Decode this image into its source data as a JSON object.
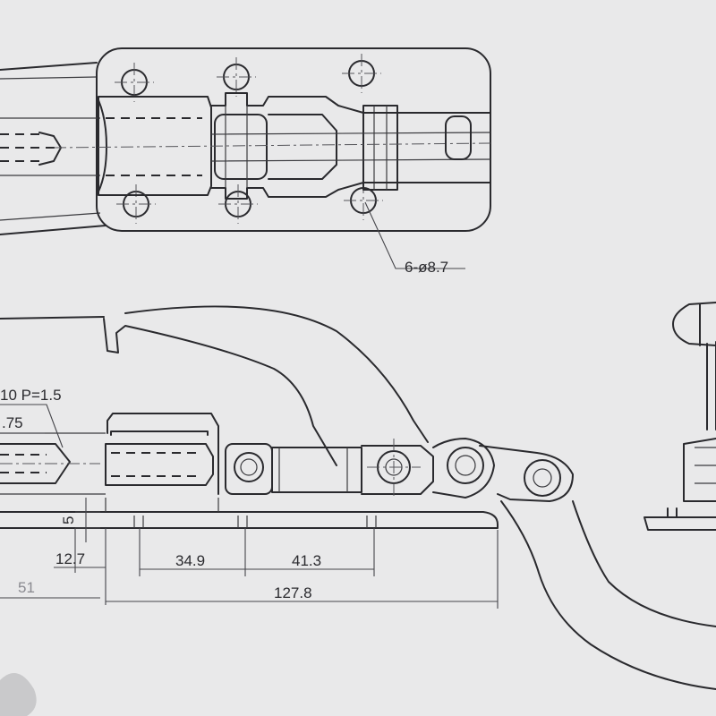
{
  "drawing": {
    "labels": {
      "hole_spec": "6-ø8.7",
      "thread_spec": "10 P=1.5",
      "thread_depth": ".75",
      "dim_5": "5",
      "dim_12_7": "12.7",
      "dim_51": "51",
      "dim_34_9": "34.9",
      "dim_41_3": "41.3",
      "dim_127_8": "127.8"
    },
    "colors": {
      "paper": "#e9e9ea",
      "ink": "#2a2a2e"
    }
  }
}
